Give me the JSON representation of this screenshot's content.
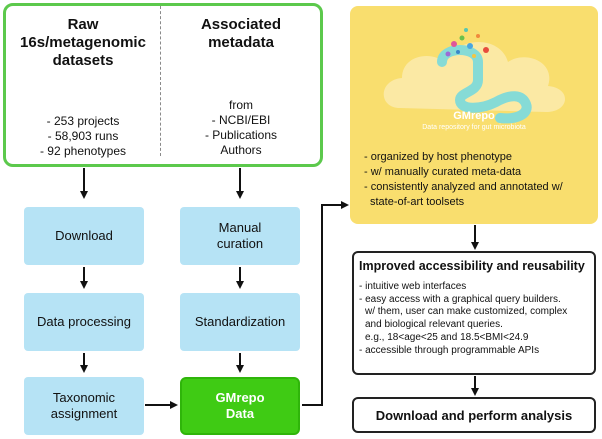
{
  "sources": {
    "raw": {
      "title_lines": [
        "Raw",
        "16s/metagenomic",
        "datasets"
      ],
      "stats": [
        "- 253 projects",
        "- 58,903 runs",
        "- 92 phenotypes"
      ]
    },
    "metadata": {
      "title_lines": [
        "Associated",
        "metadata"
      ],
      "items": [
        "from",
        "- NCBI/EBI",
        "- Publications",
        "Authors"
      ]
    }
  },
  "pipeline": {
    "left": [
      "Download",
      "Data processing",
      "Taxonomic assignment"
    ],
    "middle": [
      "Manual curation",
      "Standardization"
    ],
    "output": "GMrepo Data"
  },
  "gmrepo_panel": {
    "logo_title": "GMrepo",
    "logo_subtitle": "Data repository for gut microbiota",
    "features": [
      "- organized by host phenotype",
      "- w/ manually curated meta-data",
      "- consistently analyzed and annotated w/",
      "  state-of-art toolsets"
    ]
  },
  "accessibility": {
    "title": "Improved accessibility and reusability",
    "items": [
      "- intuitive web interfaces",
      "- easy access with a graphical query builders.",
      "  w/ them, user can make customized, complex",
      "  and biological relevant queries.",
      "  e.g., 18<age<25 and 18.5<BMI<24.9",
      "- accessible through programmable APIs"
    ]
  },
  "final": "Download and perform analysis",
  "colors": {
    "source_border": "#5cc94c",
    "step_fill": "#b6e3f5",
    "output_fill": "#3fcb14",
    "panel_fill": "#f9de6e",
    "logo_shape": "#86dbd6"
  }
}
